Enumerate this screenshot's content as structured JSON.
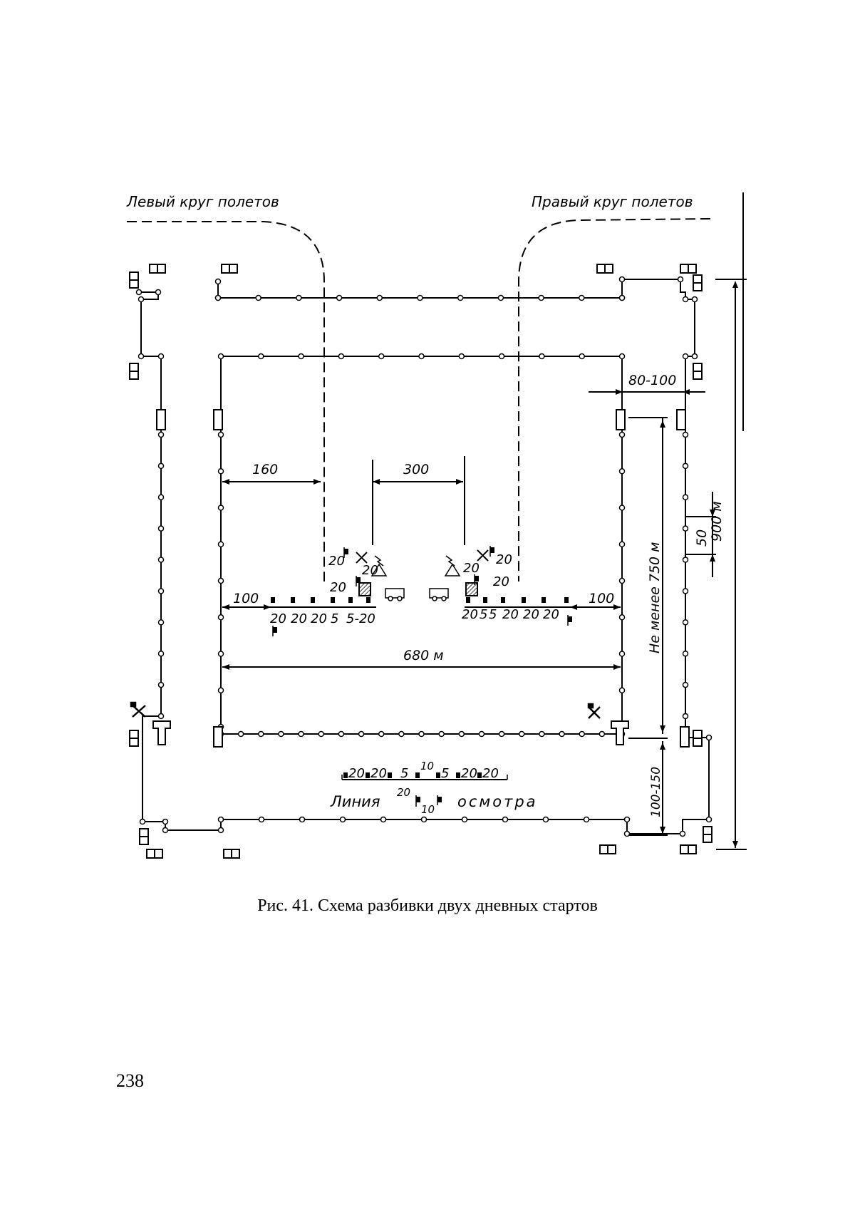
{
  "labels": {
    "left_circuit": "Левый круг полетов",
    "right_circuit": "Правый круг полетов",
    "dim_160": "160",
    "dim_300": "300",
    "dim_80_100": "80-100",
    "dim_50": "50",
    "dim_900": "900 м",
    "dim_750": "Не менее 750 м",
    "dim_680": "680 м",
    "dim_100_left": "100",
    "dim_100_right": "100",
    "dim_100_150": "100-150",
    "inspection_left": "Линия",
    "inspection_right": "осмотра"
  },
  "start_left": {
    "row": [
      "20",
      "20",
      "20",
      "5",
      "5-20"
    ],
    "upper": [
      "20",
      "20",
      "20"
    ]
  },
  "start_right": {
    "row": [
      "20",
      "5",
      "5",
      "20",
      "20",
      "20"
    ],
    "upper": [
      "20",
      "20",
      "20"
    ]
  },
  "inspection_line": {
    "row": [
      "20",
      "20",
      "5",
      "10",
      "5",
      "20",
      "20"
    ],
    "lower": [
      "20",
      "10"
    ]
  },
  "caption": "Рис. 41. Схема разбивки двух дневных стартов",
  "page_number": "238"
}
